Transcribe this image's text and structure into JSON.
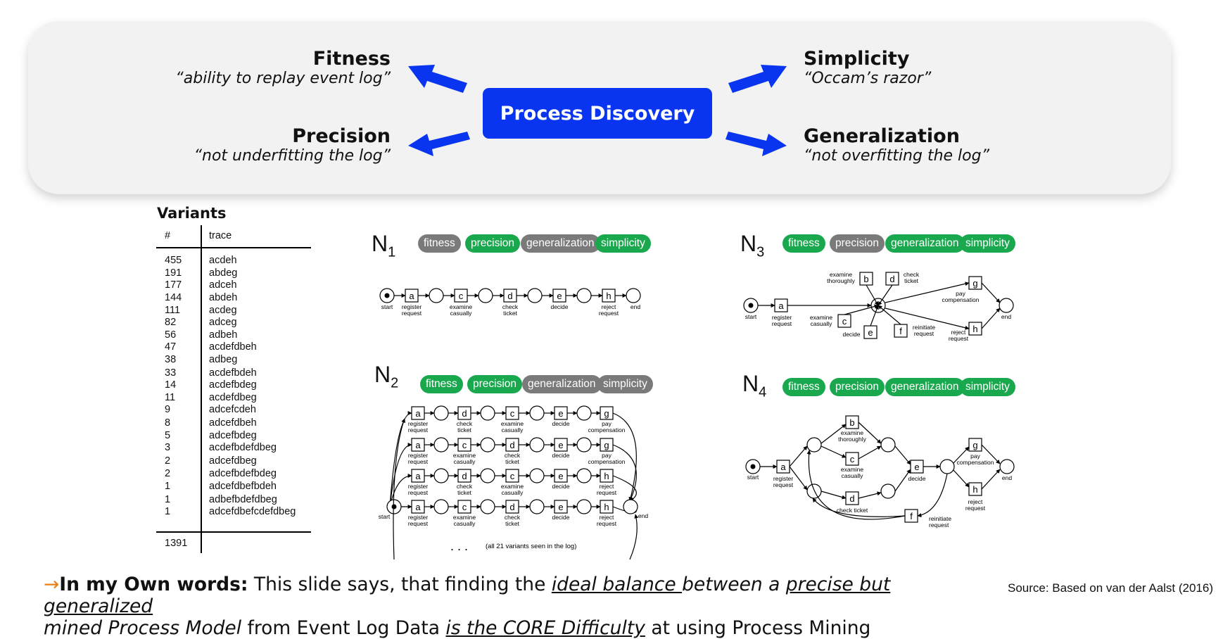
{
  "dimensions": {
    "fitness": {
      "title": "Fitness",
      "desc": "“ability to replay event log”"
    },
    "precision": {
      "title": "Precision",
      "desc": "“not underfitting the log”"
    },
    "simplicity": {
      "title": "Simplicity",
      "desc": "“Occam’s razor”"
    },
    "generalization": {
      "title": "Generalization",
      "desc": "“not overfitting the log”"
    },
    "center": "Process Discovery"
  },
  "variants": {
    "title": "Variants",
    "col_count": "#",
    "col_trace": "trace",
    "rows": [
      [
        "455",
        "acdeh"
      ],
      [
        "191",
        "abdeg"
      ],
      [
        "177",
        "adceh"
      ],
      [
        "144",
        "abdeh"
      ],
      [
        "111",
        "acdeg"
      ],
      [
        "82",
        "adceg"
      ],
      [
        "56",
        "adbeh"
      ],
      [
        "47",
        "acdefdbeh"
      ],
      [
        "38",
        "adbeg"
      ],
      [
        "33",
        "acdefbdeh"
      ],
      [
        "14",
        "acdefbdeg"
      ],
      [
        "11",
        "acdefdbeg"
      ],
      [
        "9",
        "adcefcdeh"
      ],
      [
        "8",
        "adcefdbeh"
      ],
      [
        "5",
        "adcefbdeg"
      ],
      [
        "3",
        "acdefbdefdbeg"
      ],
      [
        "2",
        "adcefdbeg"
      ],
      [
        "2",
        "adcefbdefbdeg"
      ],
      [
        "1",
        "adcefdbefbdeh"
      ],
      [
        "1",
        "adbefbdefdbeg"
      ],
      [
        "1",
        "adcefdbefcdefdbeg"
      ]
    ],
    "total": "1391"
  },
  "tags": {
    "fitness": "fitness",
    "precision": "precision",
    "generalization": "generalization",
    "simplicity": "simplicity"
  },
  "nets": {
    "n1": {
      "label": "N",
      "sub": "1",
      "states": [
        "grey",
        "green",
        "grey",
        "green"
      ]
    },
    "n2": {
      "label": "N",
      "sub": "2",
      "states": [
        "green",
        "green",
        "grey",
        "grey"
      ]
    },
    "n3": {
      "label": "N",
      "sub": "3",
      "states": [
        "green",
        "grey",
        "green",
        "green"
      ]
    },
    "n4": {
      "label": "N",
      "sub": "4",
      "states": [
        "green",
        "green",
        "green",
        "green"
      ]
    }
  },
  "petri": {
    "start": "start",
    "end": "end",
    "register_request": [
      "register",
      "request"
    ],
    "examine_casually": [
      "examine",
      "casually"
    ],
    "examine_thoroughly": [
      "examine",
      "thoroughly"
    ],
    "check_ticket": [
      "check",
      "ticket"
    ],
    "check_ticket_one": "check ticket",
    "decide": "decide",
    "reject_request": [
      "reject",
      "request"
    ],
    "pay_compensation": [
      "pay",
      "compensation"
    ],
    "reinitiate_request": [
      "reinitiate",
      "request"
    ],
    "n2_note": "(all 21 variants seen in the log)",
    "n2_dots": ". . ."
  },
  "bottom": {
    "lead": "In my Own words:",
    "t1": " This slide says, that finding the ",
    "u1": "ideal balance ",
    "t2": "between a ",
    "u2": "precise but generalized",
    "t3": "mined Process Model",
    "t4": " from Event Log Data ",
    "u3": "is the CORE Difficulty",
    "t5": " at using Process Mining"
  },
  "source": "Source: Based on van der Aalst (2016)",
  "colors": {
    "accent": "#0a35f0",
    "green": "#1aa84e",
    "grey": "#7a7a7a",
    "panel": "#f2f2f2"
  }
}
